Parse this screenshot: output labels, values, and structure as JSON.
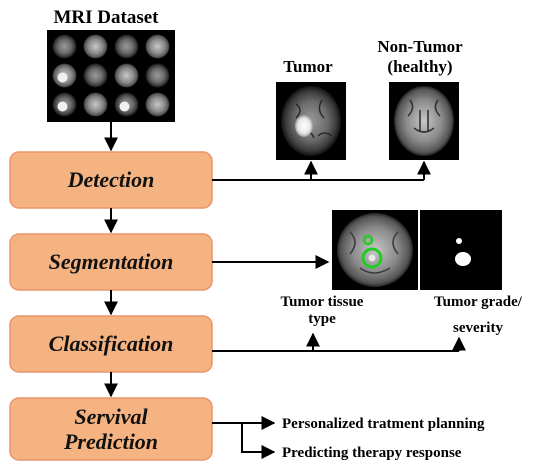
{
  "dataset": {
    "title": "MRI Dataset"
  },
  "detection": {
    "label": "Detection",
    "outputs": {
      "tumor": "Tumor",
      "non_tumor_line1": "Non-Tumor",
      "non_tumor_line2": "(healthy)"
    }
  },
  "segmentation": {
    "label": "Segmentation"
  },
  "classification": {
    "label": "Classification",
    "outputs": {
      "tissue_line1": "Tumor tissue",
      "tissue_line2": "type",
      "grade_line1": "Tumor grade/",
      "grade_line2": "severity"
    }
  },
  "survival": {
    "label_line1": "Servival",
    "label_line2": "Prediction",
    "outputs": {
      "planning": "Personalized tratment planning",
      "therapy": "Predicting therapy response"
    }
  },
  "colors": {
    "box_fill": "#f5b382",
    "box_stroke": "#e9956a",
    "scan_bg": "#000000",
    "highlight": "#22cc22"
  }
}
